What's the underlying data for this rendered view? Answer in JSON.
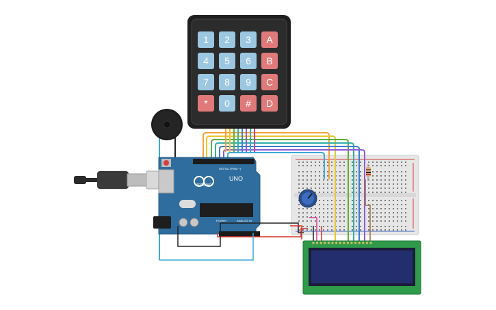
{
  "keypad": {
    "rows": [
      [
        {
          "label": "1",
          "color": "#9cc7e1"
        },
        {
          "label": "2",
          "color": "#9cc7e1"
        },
        {
          "label": "3",
          "color": "#9cc7e1"
        },
        {
          "label": "A",
          "color": "#e07a7a"
        }
      ],
      [
        {
          "label": "4",
          "color": "#9cc7e1"
        },
        {
          "label": "5",
          "color": "#9cc7e1"
        },
        {
          "label": "6",
          "color": "#9cc7e1"
        },
        {
          "label": "B",
          "color": "#e07a7a"
        }
      ],
      [
        {
          "label": "7",
          "color": "#9cc7e1"
        },
        {
          "label": "8",
          "color": "#9cc7e1"
        },
        {
          "label": "9",
          "color": "#9cc7e1"
        },
        {
          "label": "C",
          "color": "#e07a7a"
        }
      ],
      [
        {
          "label": "*",
          "color": "#e07a7a"
        },
        {
          "label": "0",
          "color": "#9cc7e1"
        },
        {
          "label": "#",
          "color": "#e07a7a"
        },
        {
          "label": "D",
          "color": "#e07a7a"
        }
      ]
    ]
  },
  "arduino": {
    "logo_text": "ARDUINO",
    "model": "UNO",
    "digital_label": "DIGITAL (PWM ~)",
    "power_label": "POWER",
    "analog_label": "ANALOG IN",
    "board_color": "#2f6d9e"
  },
  "wire_colors": {
    "orange": "#f2a33a",
    "yellow": "#e8c630",
    "green": "#5fae3e",
    "teal": "#2fb0a7",
    "blue": "#3a7fcf",
    "purple": "#8c5bd6",
    "red": "#d6302a",
    "black": "#222222",
    "pink": "#d63a9a",
    "brown": "#9c6b3a",
    "cyan": "#3aa9d6"
  }
}
